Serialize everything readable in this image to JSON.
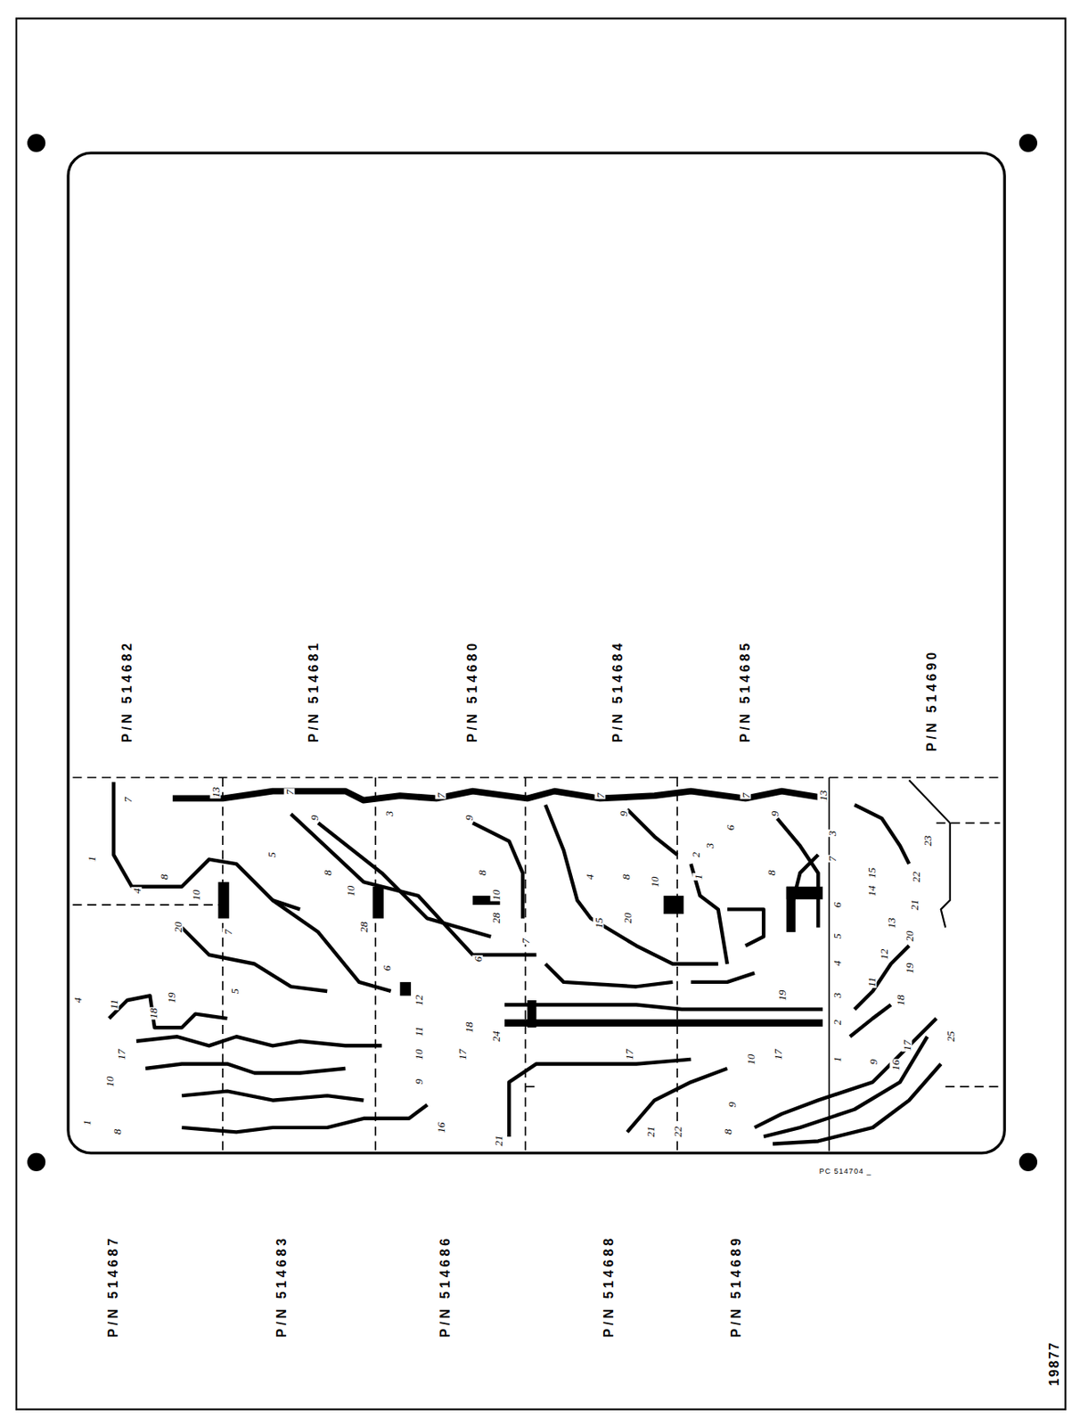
{
  "diagram": {
    "labels": [
      "P/N 514682",
      "P/N 514681",
      "P/N 514680",
      "P/N 514684",
      "P/N 514685",
      "P/N 514690",
      "P/N 514687",
      "P/N 514683",
      "P/N 514686",
      "P/N 514688",
      "P/N 514689",
      "PC 514704 _",
      "19877",
      "7",
      "13",
      "7",
      "9",
      "5",
      "3",
      "9",
      "7",
      "7",
      "9",
      "7",
      "9",
      "13",
      "1",
      "4",
      "8",
      "10",
      "20",
      "7",
      "8",
      "10",
      "28",
      "8",
      "10",
      "28",
      "4",
      "8",
      "15",
      "20",
      "10",
      "2",
      "3",
      "6",
      "1",
      "8",
      "3",
      "7",
      "6",
      "5",
      "4",
      "3",
      "2",
      "1",
      "23",
      "22",
      "21",
      "20",
      "19",
      "18",
      "17",
      "16",
      "25",
      "15",
      "14",
      "13",
      "12",
      "11",
      "9",
      "4",
      "11",
      "10",
      "17",
      "18",
      "19",
      "8",
      "1",
      "16",
      "21",
      "17",
      "21",
      "22",
      "17",
      "10",
      "9",
      "8",
      "17",
      "24",
      "18",
      "12",
      "11",
      "10",
      "9",
      "6",
      "5",
      "6",
      "7",
      "19"
    ]
  }
}
